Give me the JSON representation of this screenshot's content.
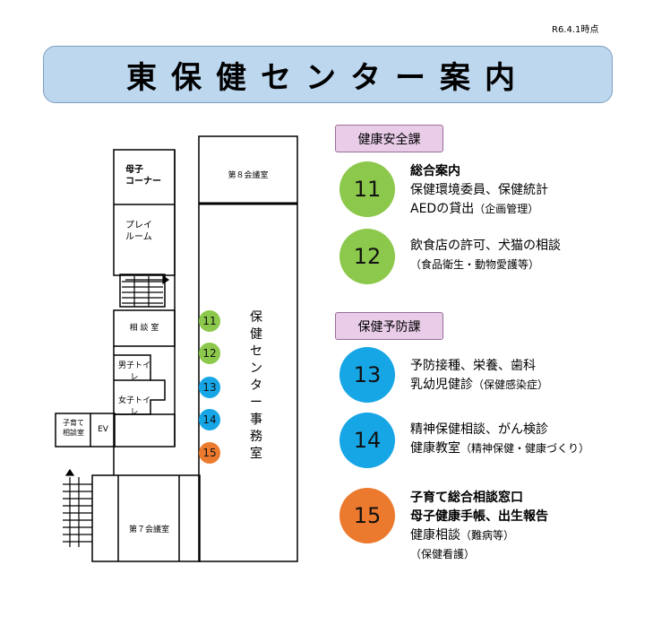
{
  "date_note": "R6.4.1時点",
  "title": "東保健センター案内",
  "departments": [
    {
      "name": "健康安全課"
    },
    {
      "name": "保健予防課"
    }
  ],
  "services": [
    {
      "num": "11",
      "color": "#8cc84b",
      "lines": [
        "総合案内",
        "保健環境委員、保健統計",
        "AEDの貸出"
      ],
      "note": "（企画管理）"
    },
    {
      "num": "12",
      "color": "#8cc84b",
      "lines": [
        "飲食店の許可、犬猫の相談"
      ],
      "note": "（食品衛生・動物愛護等）"
    },
    {
      "num": "13",
      "color": "#16a6e6",
      "lines": [
        "予防接種、栄養、歯科",
        "乳幼児健診"
      ],
      "note": "（保健感染症）"
    },
    {
      "num": "14",
      "color": "#16a6e6",
      "lines": [
        "精神保健相談、がん検診",
        "健康教室"
      ],
      "note": "（精神保健・健康づくり）"
    },
    {
      "num": "15",
      "color": "#ec7a2e",
      "lines": [
        "子育て総合相談窓口",
        "母子健康手帳、出生報告",
        "健康相談"
      ],
      "note": "（難病等）",
      "extra": "（保健看護）"
    }
  ],
  "map": {
    "rooms": {
      "boshi_corner": "母子\nコーナー",
      "play_room": "プレイ\nルーム",
      "consult_room": "相 談 室",
      "mens_toilet": "男子トイレ",
      "womens_toilet": "女子トイレ",
      "child_consult": "子育て\n相談室",
      "ev": "EV",
      "meeting8": "第８会議室",
      "meeting7": "第７会議室",
      "office": "保健センター事務室"
    },
    "markers": [
      "11",
      "12",
      "13",
      "14",
      "15"
    ]
  }
}
